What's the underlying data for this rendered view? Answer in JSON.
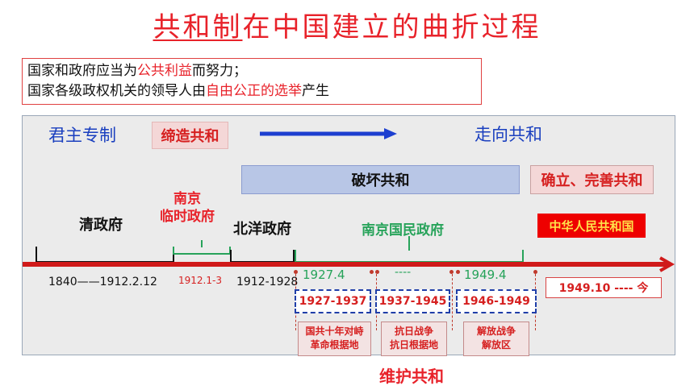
{
  "title": {
    "part1": "共和制",
    "part2": "在中国建立的曲折过程"
  },
  "principle": {
    "line1_a": "国家和政府应当为",
    "line1_b": "公共利益",
    "line1_c": "而努力；",
    "line2_a": "国家各级政权机关的领导人由",
    "line2_b": "自由公正的选举",
    "line2_c": "产生"
  },
  "stages": {
    "monarchy": "君主专制",
    "create": "缔造共和",
    "toward": "走向共和",
    "destroy": "破坏共和",
    "establish": "确立、完善共和",
    "defend": "维护共和"
  },
  "regimes": {
    "qing": "清政府",
    "nanjing_provisional_1": "南京",
    "nanjing_provisional_2": "临时政府",
    "beiyang": "北洋政府",
    "nanjing_national": "南京国民政府",
    "prc": "中华人民共和国"
  },
  "dates": {
    "qing": "1840——1912.2.12",
    "provisional": "1912.1-3",
    "beiyang": "1912-1928",
    "start_1927": "1927.4",
    "dash": "----",
    "end_1949": "1949.4",
    "prc": "1949.10 ---- 今"
  },
  "periods": [
    {
      "range": "1927-1937",
      "label1": "国共十年对峙",
      "label2": "革命根据地"
    },
    {
      "range": "1937-1945",
      "label1": "抗日战争",
      "label2": "抗日根据地"
    },
    {
      "range": "1946-1949",
      "label1": "解放战争",
      "label2": "解放区"
    }
  ]
}
